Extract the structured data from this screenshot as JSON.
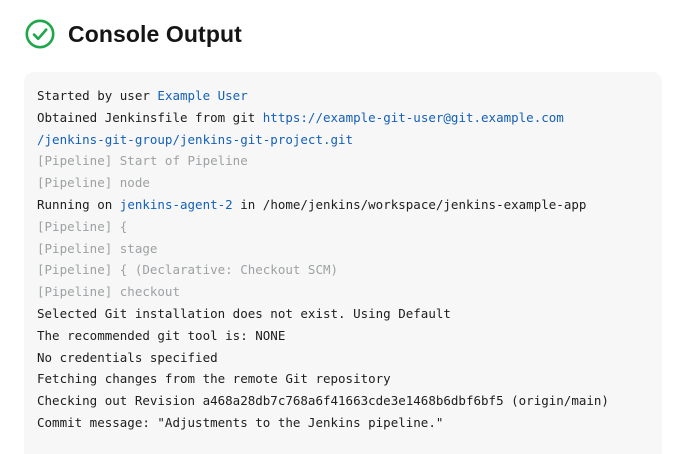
{
  "header": {
    "title": "Console Output"
  },
  "colors": {
    "success_green": "#1ea64b",
    "link_blue": "#1460b8",
    "muted_gray": "#9ea1a3",
    "console_bg": "#f7f7f7"
  },
  "icons": {
    "status": "success-check-circle"
  },
  "console": {
    "lines": [
      {
        "prefix": "Started by user ",
        "link": "Example User"
      },
      {
        "prefix": "Obtained Jenkinsfile from git ",
        "link_part1": "https://example-git-user@git.example.com",
        "link_part2": "/jenkins-git-group/jenkins-git-project.git"
      },
      {
        "text": "[Pipeline] Start of Pipeline"
      },
      {
        "text": "[Pipeline] node"
      },
      {
        "prefix": "Running on ",
        "link": "jenkins-agent-2",
        "suffix": " in /home/jenkins/workspace/jenkins-example-app"
      },
      {
        "text": "[Pipeline] {"
      },
      {
        "text": "[Pipeline] stage"
      },
      {
        "text": "[Pipeline] { (Declarative: Checkout SCM)"
      },
      {
        "text": "[Pipeline] checkout"
      },
      {
        "text": "Selected Git installation does not exist. Using Default"
      },
      {
        "text": "The recommended git tool is: NONE"
      },
      {
        "text": "No credentials specified"
      },
      {
        "text": "Fetching changes from the remote Git repository"
      },
      {
        "text": "Checking out Revision a468a28db7c768a6f41663cde3e1468b6dbf6bf5 (origin/main)"
      },
      {
        "text": "Commit message: \"Adjustments to the Jenkins pipeline.\""
      }
    ]
  }
}
